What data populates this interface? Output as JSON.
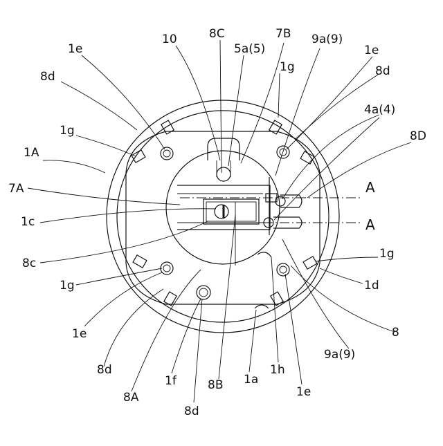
{
  "figure": {
    "labels": {
      "l10": "10",
      "l8C": "8C",
      "l7B": "7B",
      "l5a5": "5a(5)",
      "l9a9_top": "9a(9)",
      "l1e_topleft": "1e",
      "l1e_topright": "1e",
      "l8d_topleft": "8d",
      "l8d_topright": "8d",
      "l1g_top": "1g",
      "l4a4": "4a(4)",
      "l8D": "8D",
      "l1g_left": "1g",
      "l1A": "1A",
      "l7A": "7A",
      "lA_top": "A",
      "l1c": "1c",
      "lA_bottom": "A",
      "l8c": "8c",
      "l1g_right": "1g",
      "l1g_bottomleft": "1g",
      "l1d": "1d",
      "l1e_left": "1e",
      "l8": "8",
      "l8d_left": "8d",
      "l9a9_bottom": "9a(9)",
      "l1f": "1f",
      "l1h": "1h",
      "l8A": "8A",
      "l1a": "1a",
      "l8B": "8B",
      "l1e_bottom": "1e",
      "l8d_bottom": "8d"
    }
  }
}
